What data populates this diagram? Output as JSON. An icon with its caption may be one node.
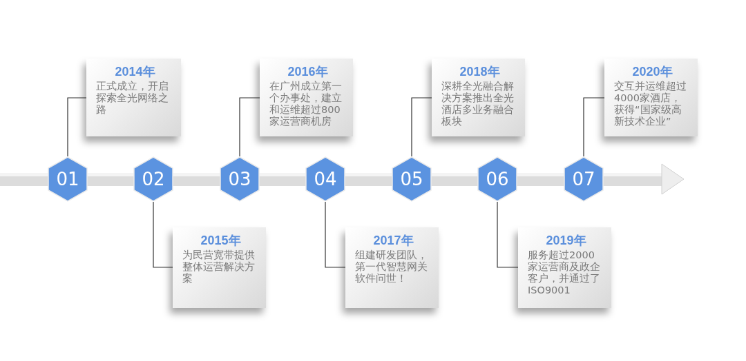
{
  "diagram": {
    "nodes": [
      {
        "text": [
          "2014年",
          "正式成立，开启探索全光网络之路"
        ]
      },
      {
        "text": [
          "2016年",
          "在广州成立第一个办事处，建立和运维超过800家运营商机房"
        ]
      },
      {
        "text": [
          "2018年",
          "深耕全光融合解决方案推出全光酒店多业务融合板块"
        ]
      },
      {
        "text": [
          "2020年",
          "交互并运维超过4000家酒店，获得“国家级高新技术企业”"
        ]
      },
      {
        "text": [
          "01"
        ]
      },
      {
        "text": [
          "02"
        ]
      },
      {
        "text": [
          "03"
        ]
      },
      {
        "text": [
          "04"
        ]
      },
      {
        "text": [
          "05"
        ]
      },
      {
        "text": [
          "06"
        ]
      },
      {
        "text": [
          "07"
        ]
      },
      {
        "text": [
          "2015年",
          "为民营宽带提供整体运营解决方案"
        ]
      },
      {
        "text": [
          "2017年",
          "组建研发团队，第一代智慧网关软件问世！"
        ]
      },
      {
        "text": [
          "2019年",
          "服务超过2000家运营商及政企客户，并通过了ISO9001"
        ]
      }
    ],
    "edges": [
      {
        "from": 4,
        "to": 0,
        "arrow": "none"
      },
      {
        "from": 5,
        "to": 11,
        "arrow": "none"
      },
      {
        "from": 6,
        "to": 1,
        "arrow": "none"
      },
      {
        "from": 7,
        "to": 12,
        "arrow": "none"
      },
      {
        "from": 8,
        "to": 2,
        "arrow": "none"
      },
      {
        "from": 9,
        "to": 13,
        "arrow": "none"
      },
      {
        "from": 10,
        "to": 3,
        "arrow": "none"
      }
    ]
  }
}
